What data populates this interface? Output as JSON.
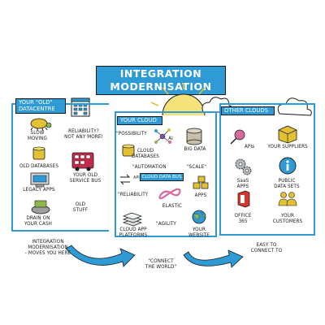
{
  "title": "INTEGRATION\nMODERNISATION",
  "panels": {
    "old": {
      "header": "YOUR \"OLD\"\nDATACENTRE",
      "items": {
        "slow_moving": "SLOW\nMOVING",
        "reliability": "RELIABILITY?\nNOT ANY MORE!",
        "old_databases": "OLD DATABASES",
        "old_service_bus": "YOUR OLD\nSERVICE BUS",
        "legacy_apps": "LEGACY APPS",
        "old_stuff": "OLD\nSTUFF",
        "drain_cash": "DRAIN ON\nYOUR CASH"
      }
    },
    "cloud": {
      "header": "YOUR CLOUD",
      "items": {
        "possibility": "\"POSSIBILITY",
        "ai": "AI",
        "cloud_databases": "CLOUD\nDATABASES",
        "big_data": "BIG DATA",
        "automation": "\"AUTOMATION",
        "scale": "\"SCALE\"",
        "cloud_data_bus": "CLOUD DATA BUS",
        "api": "API",
        "reliability": "\"RELIABILITY",
        "elastic": "ELASTIC",
        "apps": "APPS",
        "cloud_app_platforms": "CLOUD APP\nPLATFORMS",
        "agility": "\"AGILITY",
        "your_website": "YOUR\nWEBSITE"
      }
    },
    "other": {
      "header": "OTHER CLOUDS",
      "items": {
        "apis": "APIs",
        "your_suppliers": "YOUR SUPPLIERS",
        "saas_apps": "SaaS\nAPPS",
        "public_data_sets": "PUBLIC\nDATA SETS",
        "office_365": "OFFICE\n365",
        "your_customers": "YOUR\nCUSTOMERS"
      }
    }
  },
  "bottom": {
    "left": "INTEGRATION\nMODERNISATION\n- MOVES YOU HERE",
    "middle": "\"CONNECT\nTHE WORLD\"",
    "right": "EASY TO\nCONNECT TO"
  },
  "colors": {
    "accent": "#2f9bd6",
    "icon_yellow": "#e2c234",
    "bus_red": "#c42a4a",
    "office_red": "#d6362a",
    "elastic_pink": "#d66a9e"
  }
}
